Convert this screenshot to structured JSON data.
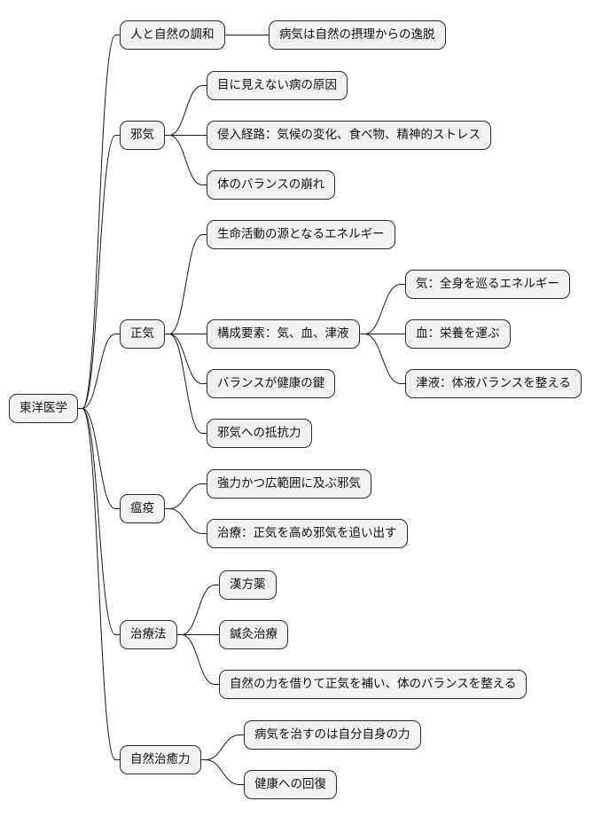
{
  "diagram": {
    "type": "mindmap",
    "root": {
      "id": "root",
      "label": "東洋医学",
      "children": [
        {
          "id": "harmony",
          "label": "人と自然の調和",
          "children": [
            {
              "id": "harmony-1",
              "label": "病気は自然の摂理からの逸脱"
            }
          ]
        },
        {
          "id": "jaki",
          "label": "邪気",
          "children": [
            {
              "id": "jaki-1",
              "label": "目に見えない病の原因"
            },
            {
              "id": "jaki-2",
              "label": "侵入経路：気候の変化、食べ物、精神的ストレス"
            },
            {
              "id": "jaki-3",
              "label": "体のバランスの崩れ"
            }
          ]
        },
        {
          "id": "seiki",
          "label": "正気",
          "children": [
            {
              "id": "seiki-1",
              "label": "生命活動の源となるエネルギー"
            },
            {
              "id": "seiki-2",
              "label": "構成要素：気、血、津液",
              "children": [
                {
                  "id": "seiki-2-1",
                  "label": "気：全身を巡るエネルギー"
                },
                {
                  "id": "seiki-2-2",
                  "label": "血：栄養を運ぶ"
                },
                {
                  "id": "seiki-2-3",
                  "label": "津液：体液バランスを整える"
                }
              ]
            },
            {
              "id": "seiki-3",
              "label": "バランスが健康の鍵"
            },
            {
              "id": "seiki-4",
              "label": "邪気への抵抗力"
            }
          ]
        },
        {
          "id": "ekireki",
          "label": "瘟疫",
          "children": [
            {
              "id": "ekireki-1",
              "label": "強力かつ広範囲に及ぶ邪気"
            },
            {
              "id": "ekireki-2",
              "label": "治療：正気を高め邪気を追い出す"
            }
          ]
        },
        {
          "id": "therapy",
          "label": "治療法",
          "children": [
            {
              "id": "therapy-1",
              "label": "漢方薬"
            },
            {
              "id": "therapy-2",
              "label": "鍼灸治療"
            },
            {
              "id": "therapy-3",
              "label": "自然の力を借りて正気を補い、体のバランスを整える"
            }
          ]
        },
        {
          "id": "healing",
          "label": "自然治癒力",
          "children": [
            {
              "id": "healing-1",
              "label": "病気を治すのは自分自身の力"
            },
            {
              "id": "healing-2",
              "label": "健康への回復"
            }
          ]
        }
      ]
    }
  }
}
